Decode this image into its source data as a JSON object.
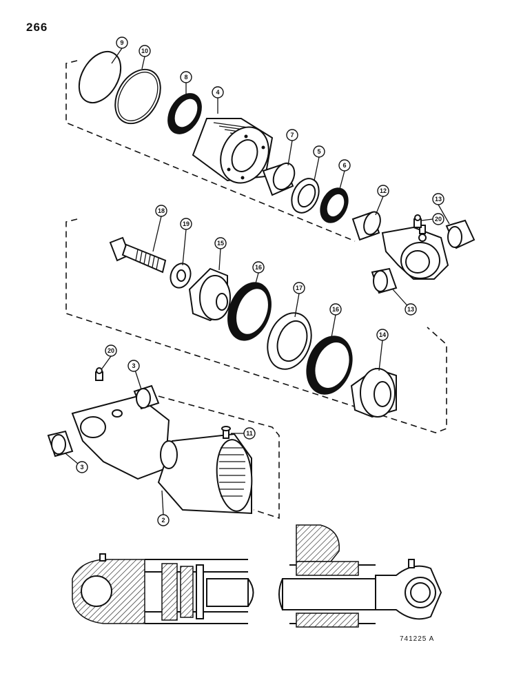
{
  "page_number": "266",
  "figure_id": "741225  A",
  "callouts": [
    {
      "id": "c9",
      "label": "9"
    },
    {
      "id": "c10",
      "label": "10"
    },
    {
      "id": "c8",
      "label": "8"
    },
    {
      "id": "c4",
      "label": "4"
    },
    {
      "id": "c7",
      "label": "7"
    },
    {
      "id": "c5",
      "label": "5"
    },
    {
      "id": "c6",
      "label": "6"
    },
    {
      "id": "c12",
      "label": "12"
    },
    {
      "id": "c13a",
      "label": "13"
    },
    {
      "id": "c20a",
      "label": "20"
    },
    {
      "id": "c18",
      "label": "18"
    },
    {
      "id": "c19",
      "label": "19"
    },
    {
      "id": "c15",
      "label": "15"
    },
    {
      "id": "c16a",
      "label": "16"
    },
    {
      "id": "c17",
      "label": "17"
    },
    {
      "id": "c16b",
      "label": "16"
    },
    {
      "id": "c14",
      "label": "14"
    },
    {
      "id": "c13b",
      "label": "13"
    },
    {
      "id": "c20b",
      "label": "20"
    },
    {
      "id": "c3a",
      "label": "3"
    },
    {
      "id": "c11",
      "label": "11"
    },
    {
      "id": "c3b",
      "label": "3"
    },
    {
      "id": "c2",
      "label": "2"
    }
  ]
}
